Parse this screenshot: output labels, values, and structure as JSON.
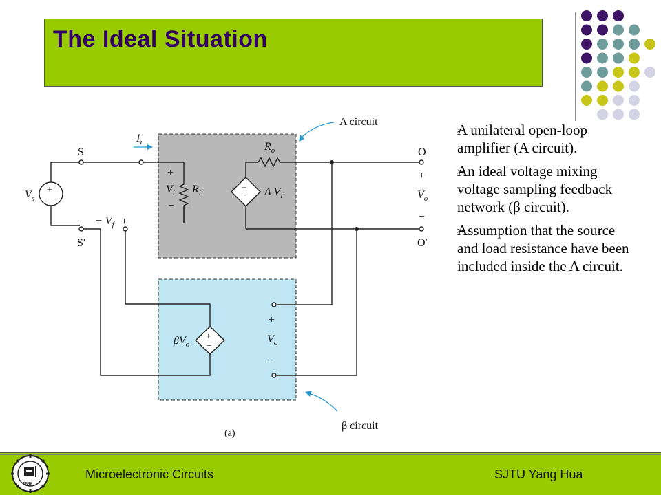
{
  "title": "The Ideal Situation",
  "bullets": [
    "A unilateral open-loop amplifier (A circuit).",
    "An ideal voltage mixing voltage sampling feedback network (β circuit).",
    "Assumption that the source and load resistance have been included inside the A circuit."
  ],
  "bullet_icon": "arrow-bullet-icon",
  "diagram": {
    "a_circuit_label": "A circuit",
    "beta_circuit_label": "β circuit",
    "caption": "(a)",
    "node_s": "S",
    "node_s_prime": "S′",
    "node_o": "O",
    "node_o_prime": "O′",
    "source_label": "V",
    "source_sub": "s",
    "ii_label": "I",
    "ii_sub": "i",
    "vf_label": "− V",
    "vf_sub": "f",
    "vf_plus": "+",
    "vi_label": "V",
    "vi_sub": "i",
    "ri_label": "R",
    "ri_sub": "i",
    "ro_label": "R",
    "ro_sub": "o",
    "avi_label": "A V",
    "avi_sub": "i",
    "vo_out_label": "V",
    "vo_out_sub": "o",
    "beta_vo_label": "βV",
    "beta_vo_sub": "o",
    "vo_beta_label": "V",
    "vo_beta_sub": "o",
    "plus": "+",
    "minus": "−"
  },
  "footer": {
    "left": "Microelectronic Circuits",
    "right": "SJTU  Yang Hua",
    "logo_year": "1896"
  },
  "colors": {
    "title_bar": "#99cc00",
    "title_text": "#330066",
    "a_box": "#b8b8b8",
    "beta_box": "#bfe6f2",
    "arrow_label": "#2a9bd0",
    "dot_purple": "#3d1466",
    "dot_teal": "#6d9c9a",
    "dot_yellow": "#c8c619",
    "dot_lavender": "#d4d3e6"
  }
}
